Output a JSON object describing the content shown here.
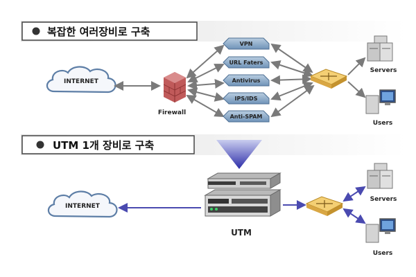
{
  "section_top": {
    "title": "복잡한 여러장비로 구축"
  },
  "section_bottom": {
    "title": "UTM  1개 장비로 구축"
  },
  "internet": "INTERNET",
  "firewall": "Firewall",
  "modules": [
    "VPN",
    "URL Faters",
    "Antivirus",
    "IPS/IDS",
    "Anti-SPAM"
  ],
  "servers": "Servers",
  "users": "Users",
  "utm": "UTM",
  "colors": {
    "arrow_gray": "#7a7a7a",
    "arrow_blue": "#4a4ab0",
    "triangle_blue": "#2c2ca8",
    "module_blue": "#7fa2c4"
  }
}
